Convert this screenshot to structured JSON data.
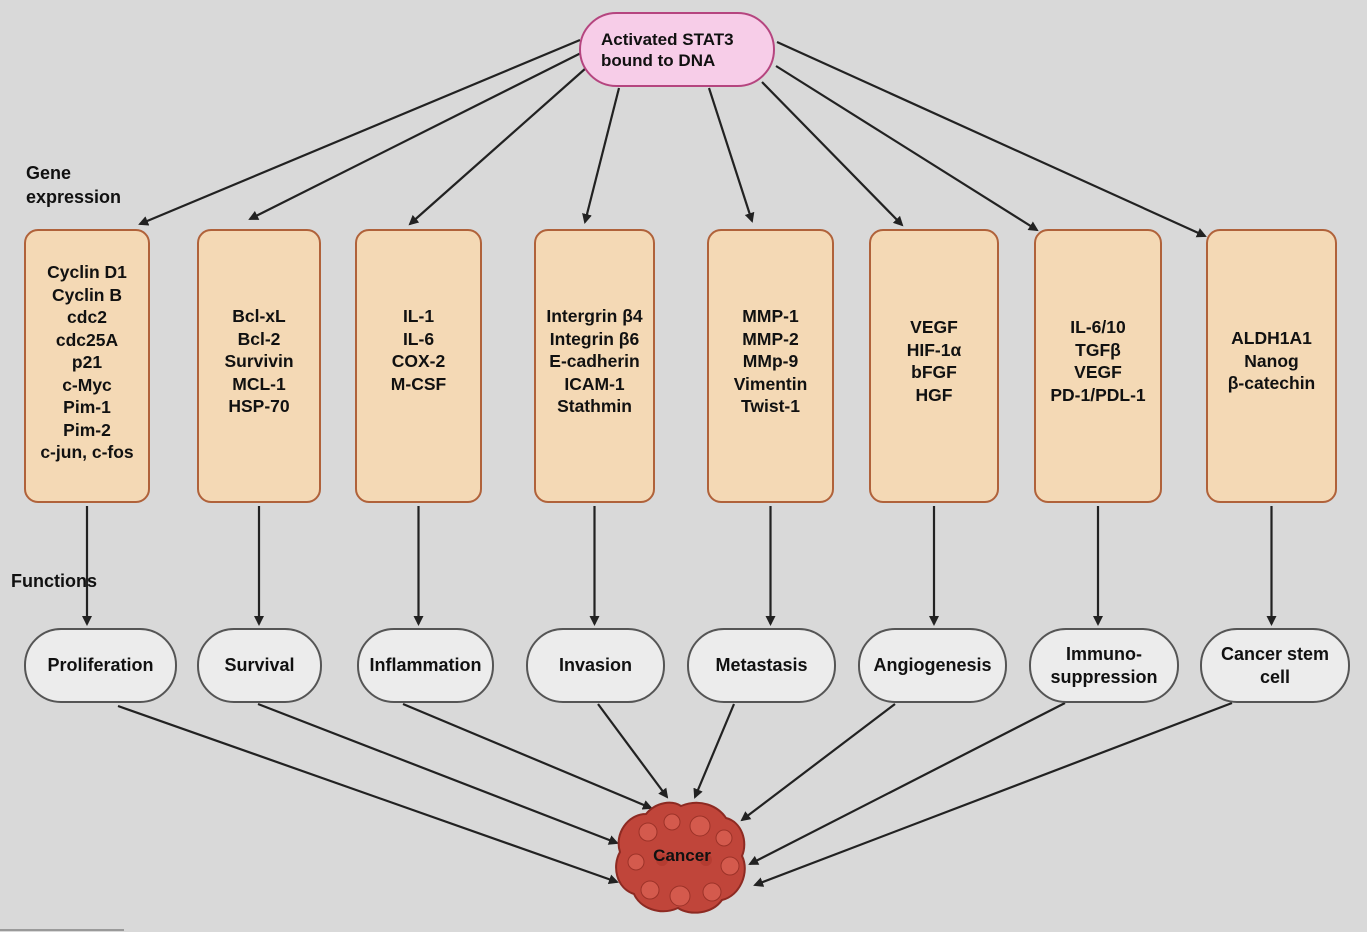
{
  "top_node": {
    "lines": [
      "Activated STAT3",
      "bound to DNA"
    ]
  },
  "labels": {
    "gene_expression": [
      "Gene",
      "expression"
    ],
    "functions": "Functions"
  },
  "columns": [
    {
      "genes": [
        "Cyclin D1",
        "Cyclin B",
        "cdc2",
        "cdc25A",
        "p21",
        "c-Myc",
        "Pim-1",
        "Pim-2",
        "c-jun, c-fos"
      ],
      "function": [
        "Proliferation"
      ]
    },
    {
      "genes": [
        "Bcl-xL",
        "Bcl-2",
        "Survivin",
        "MCL-1",
        "HSP-70"
      ],
      "function": [
        "Survival"
      ]
    },
    {
      "genes": [
        "IL-1",
        "IL-6",
        "COX-2",
        "M-CSF"
      ],
      "function": [
        "Inflammation"
      ]
    },
    {
      "genes": [
        "Intergrin β4",
        "Integrin β6",
        "E-cadherin",
        "ICAM-1",
        "Stathmin"
      ],
      "function": [
        "Invasion"
      ]
    },
    {
      "genes": [
        "MMP-1",
        "MMP-2",
        "MMp-9",
        "Vimentin",
        "Twist-1"
      ],
      "function": [
        "Metastasis"
      ]
    },
    {
      "genes": [
        "VEGF",
        "HIF-1α",
        "bFGF",
        "HGF"
      ],
      "function": [
        "Angiogenesis"
      ]
    },
    {
      "genes": [
        "IL-6/10",
        "TGFβ",
        "VEGF",
        "PD-1/PDL-1"
      ],
      "function": [
        "Immuno-",
        "suppression"
      ]
    },
    {
      "genes": [
        "ALDH1A1",
        "Nanog",
        "β-catechin"
      ],
      "function": [
        "Cancer stem",
        "cell"
      ]
    }
  ],
  "outcome": "Cancer",
  "colors": {
    "top_fill": "#f7cde8",
    "top_border": "#b5457f",
    "gene_fill": "#f4d9b5",
    "gene_border": "#b0623a",
    "function_fill": "#ececec",
    "function_border": "#555555",
    "cancer": "#c0453a",
    "arrow": "#222222"
  }
}
